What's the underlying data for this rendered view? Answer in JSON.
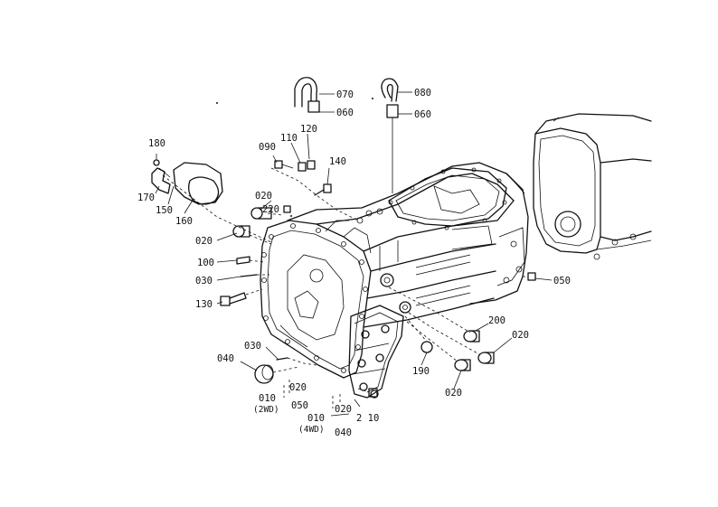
{
  "labels": {
    "l070": "070",
    "l060a": "060",
    "l080": "080",
    "l060b": "060",
    "l120": "120",
    "l110": "110",
    "l090": "090",
    "l140": "140",
    "l180": "180",
    "l170": "170",
    "l150": "150",
    "l160": "160",
    "l020a": "020",
    "l220": "220",
    "l020b": "020",
    "l100": "100",
    "l030a": "030",
    "l130": "130",
    "l050a": "050",
    "l200": "200",
    "l020c": "020",
    "l030b": "030",
    "l040a": "040",
    "l020d": "020",
    "l190": "190",
    "l020e": "020",
    "l010a": "010",
    "l2wd": "(2WD)",
    "l050b": "050",
    "l020f": "020",
    "l210": "2 10",
    "l010b": "010",
    "l4wd": "(4WD)",
    "l040b": "040"
  }
}
